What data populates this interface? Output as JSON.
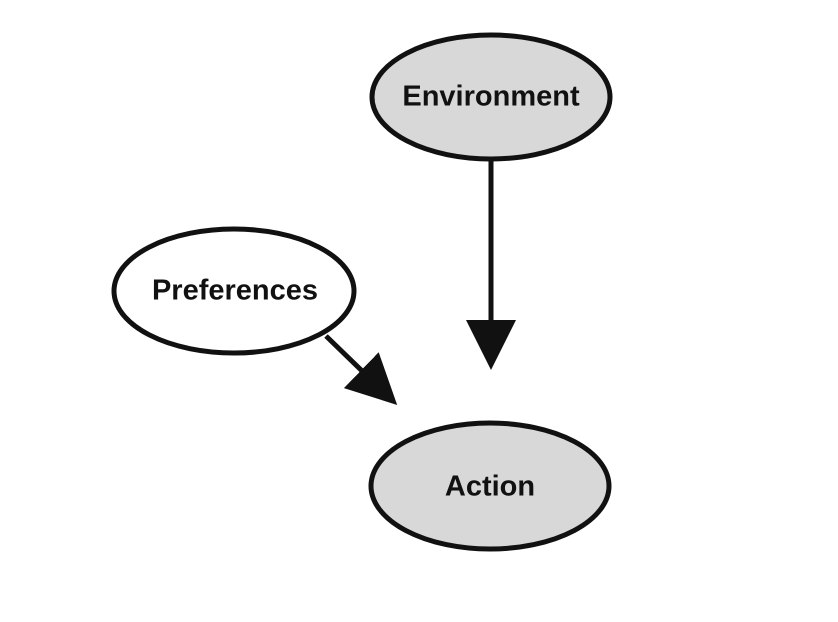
{
  "diagram": {
    "nodes": [
      {
        "id": "environment",
        "label": "Environment",
        "shaded": true
      },
      {
        "id": "preferences",
        "label": "Preferences",
        "shaded": false
      },
      {
        "id": "action",
        "label": "Action",
        "shaded": true
      }
    ],
    "edges": [
      {
        "from": "environment",
        "to": "action"
      },
      {
        "from": "preferences",
        "to": "action"
      }
    ]
  },
  "colors": {
    "shaded_fill": "#d8d8d8",
    "unshaded_fill": "#ffffff",
    "stroke": "#111111"
  }
}
